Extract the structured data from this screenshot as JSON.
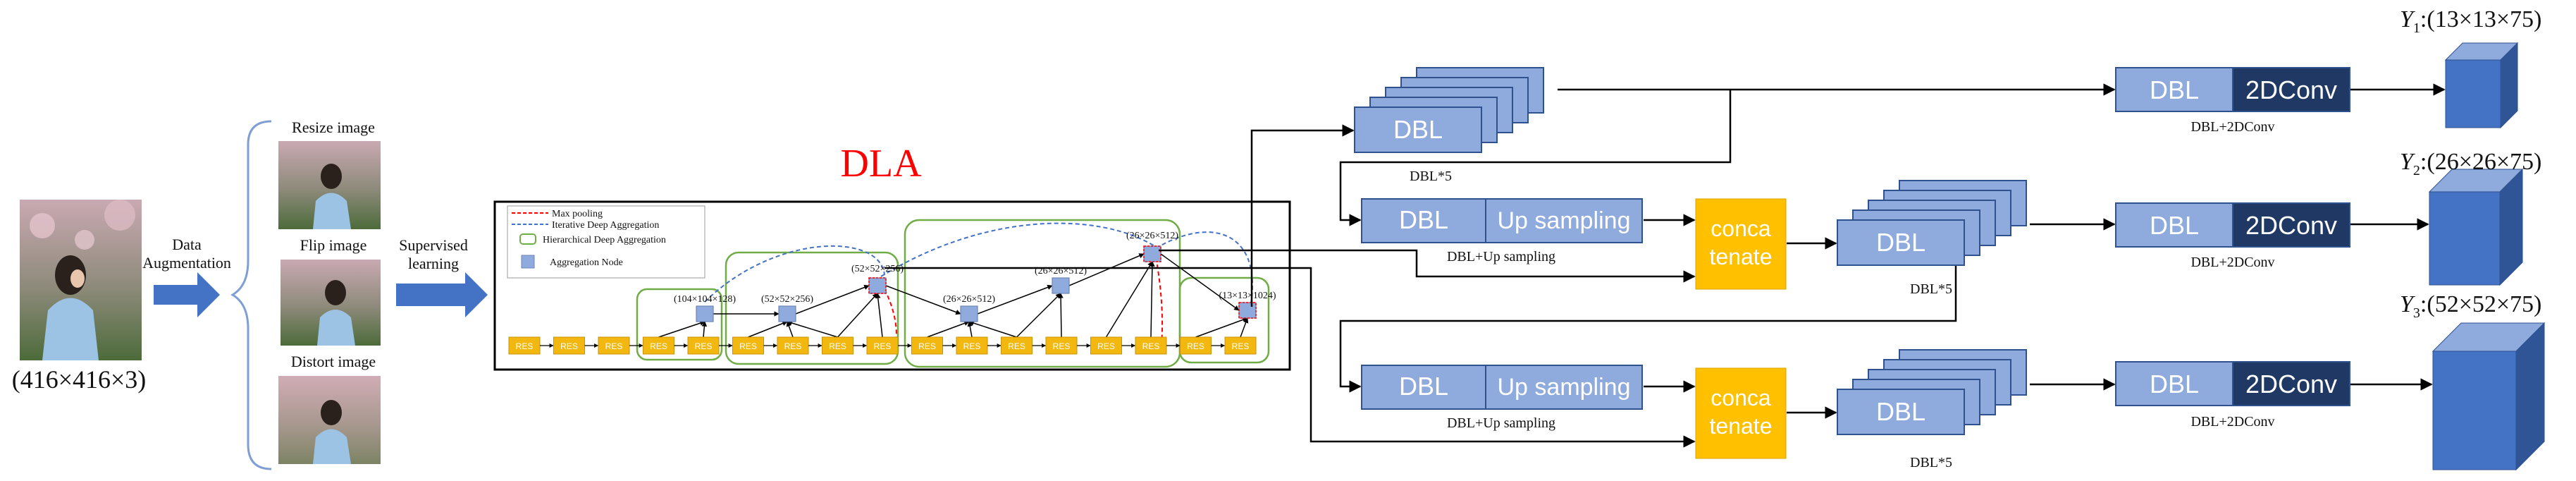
{
  "colors": {
    "dbl_fill": "#8faadc",
    "dbl_stroke": "#2f528f",
    "conv_fill": "#1f3864",
    "concat_fill": "#ffc000",
    "res_fill": "#f2b80f",
    "agg_fill": "#8faadc",
    "cube_front": "#4472c4",
    "cube_top": "#8faadc",
    "cube_side": "#2f5597",
    "arrow_blue": "#4472c4",
    "dla_title": "#ff0000",
    "green_group": "#70ad47",
    "max_pool_line": "#ff0000",
    "ida_line": "#4472c4"
  },
  "input": {
    "size_label": "(416×416×3)"
  },
  "augmentation": {
    "label_line1": "Data",
    "label_line2": "Augmentation",
    "resize_label": "Resize image",
    "flip_label": "Flip image",
    "distort_label": "Distort image"
  },
  "supervised": {
    "label_line1": "Supervised",
    "label_line2": "learning"
  },
  "dla": {
    "title": "DLA",
    "legend": {
      "max_pooling": "Max pooling",
      "ida": "Iterative Deep Aggregation",
      "hda": "Hierarchical Deep Aggregation",
      "agg_node": "Aggregation Node"
    },
    "res_label": "RES",
    "res_count": 17,
    "node_labels": [
      "(104×104×128)",
      "(52×52×256)",
      "(52×52×256)",
      "(26×26×512)",
      "(26×26×512)",
      "(26×26×512)",
      "(13×13×1024)"
    ]
  },
  "head": {
    "dbl": "DBL",
    "up_sampling": "Up sampling",
    "concat_line1": "conca",
    "concat_line2": "tenate",
    "conv": "2DConv",
    "dbl5_label": "DBL*5",
    "dbl_up_label": "DBL+Up sampling",
    "dbl_conv_label": "DBL+2DConv"
  },
  "outputs": [
    {
      "name": "Y",
      "sub": "1",
      "dims": ":(13×13×75)"
    },
    {
      "name": "Y",
      "sub": "2",
      "dims": ":(26×26×75)"
    },
    {
      "name": "Y",
      "sub": "3",
      "dims": ":(52×52×75)"
    }
  ]
}
